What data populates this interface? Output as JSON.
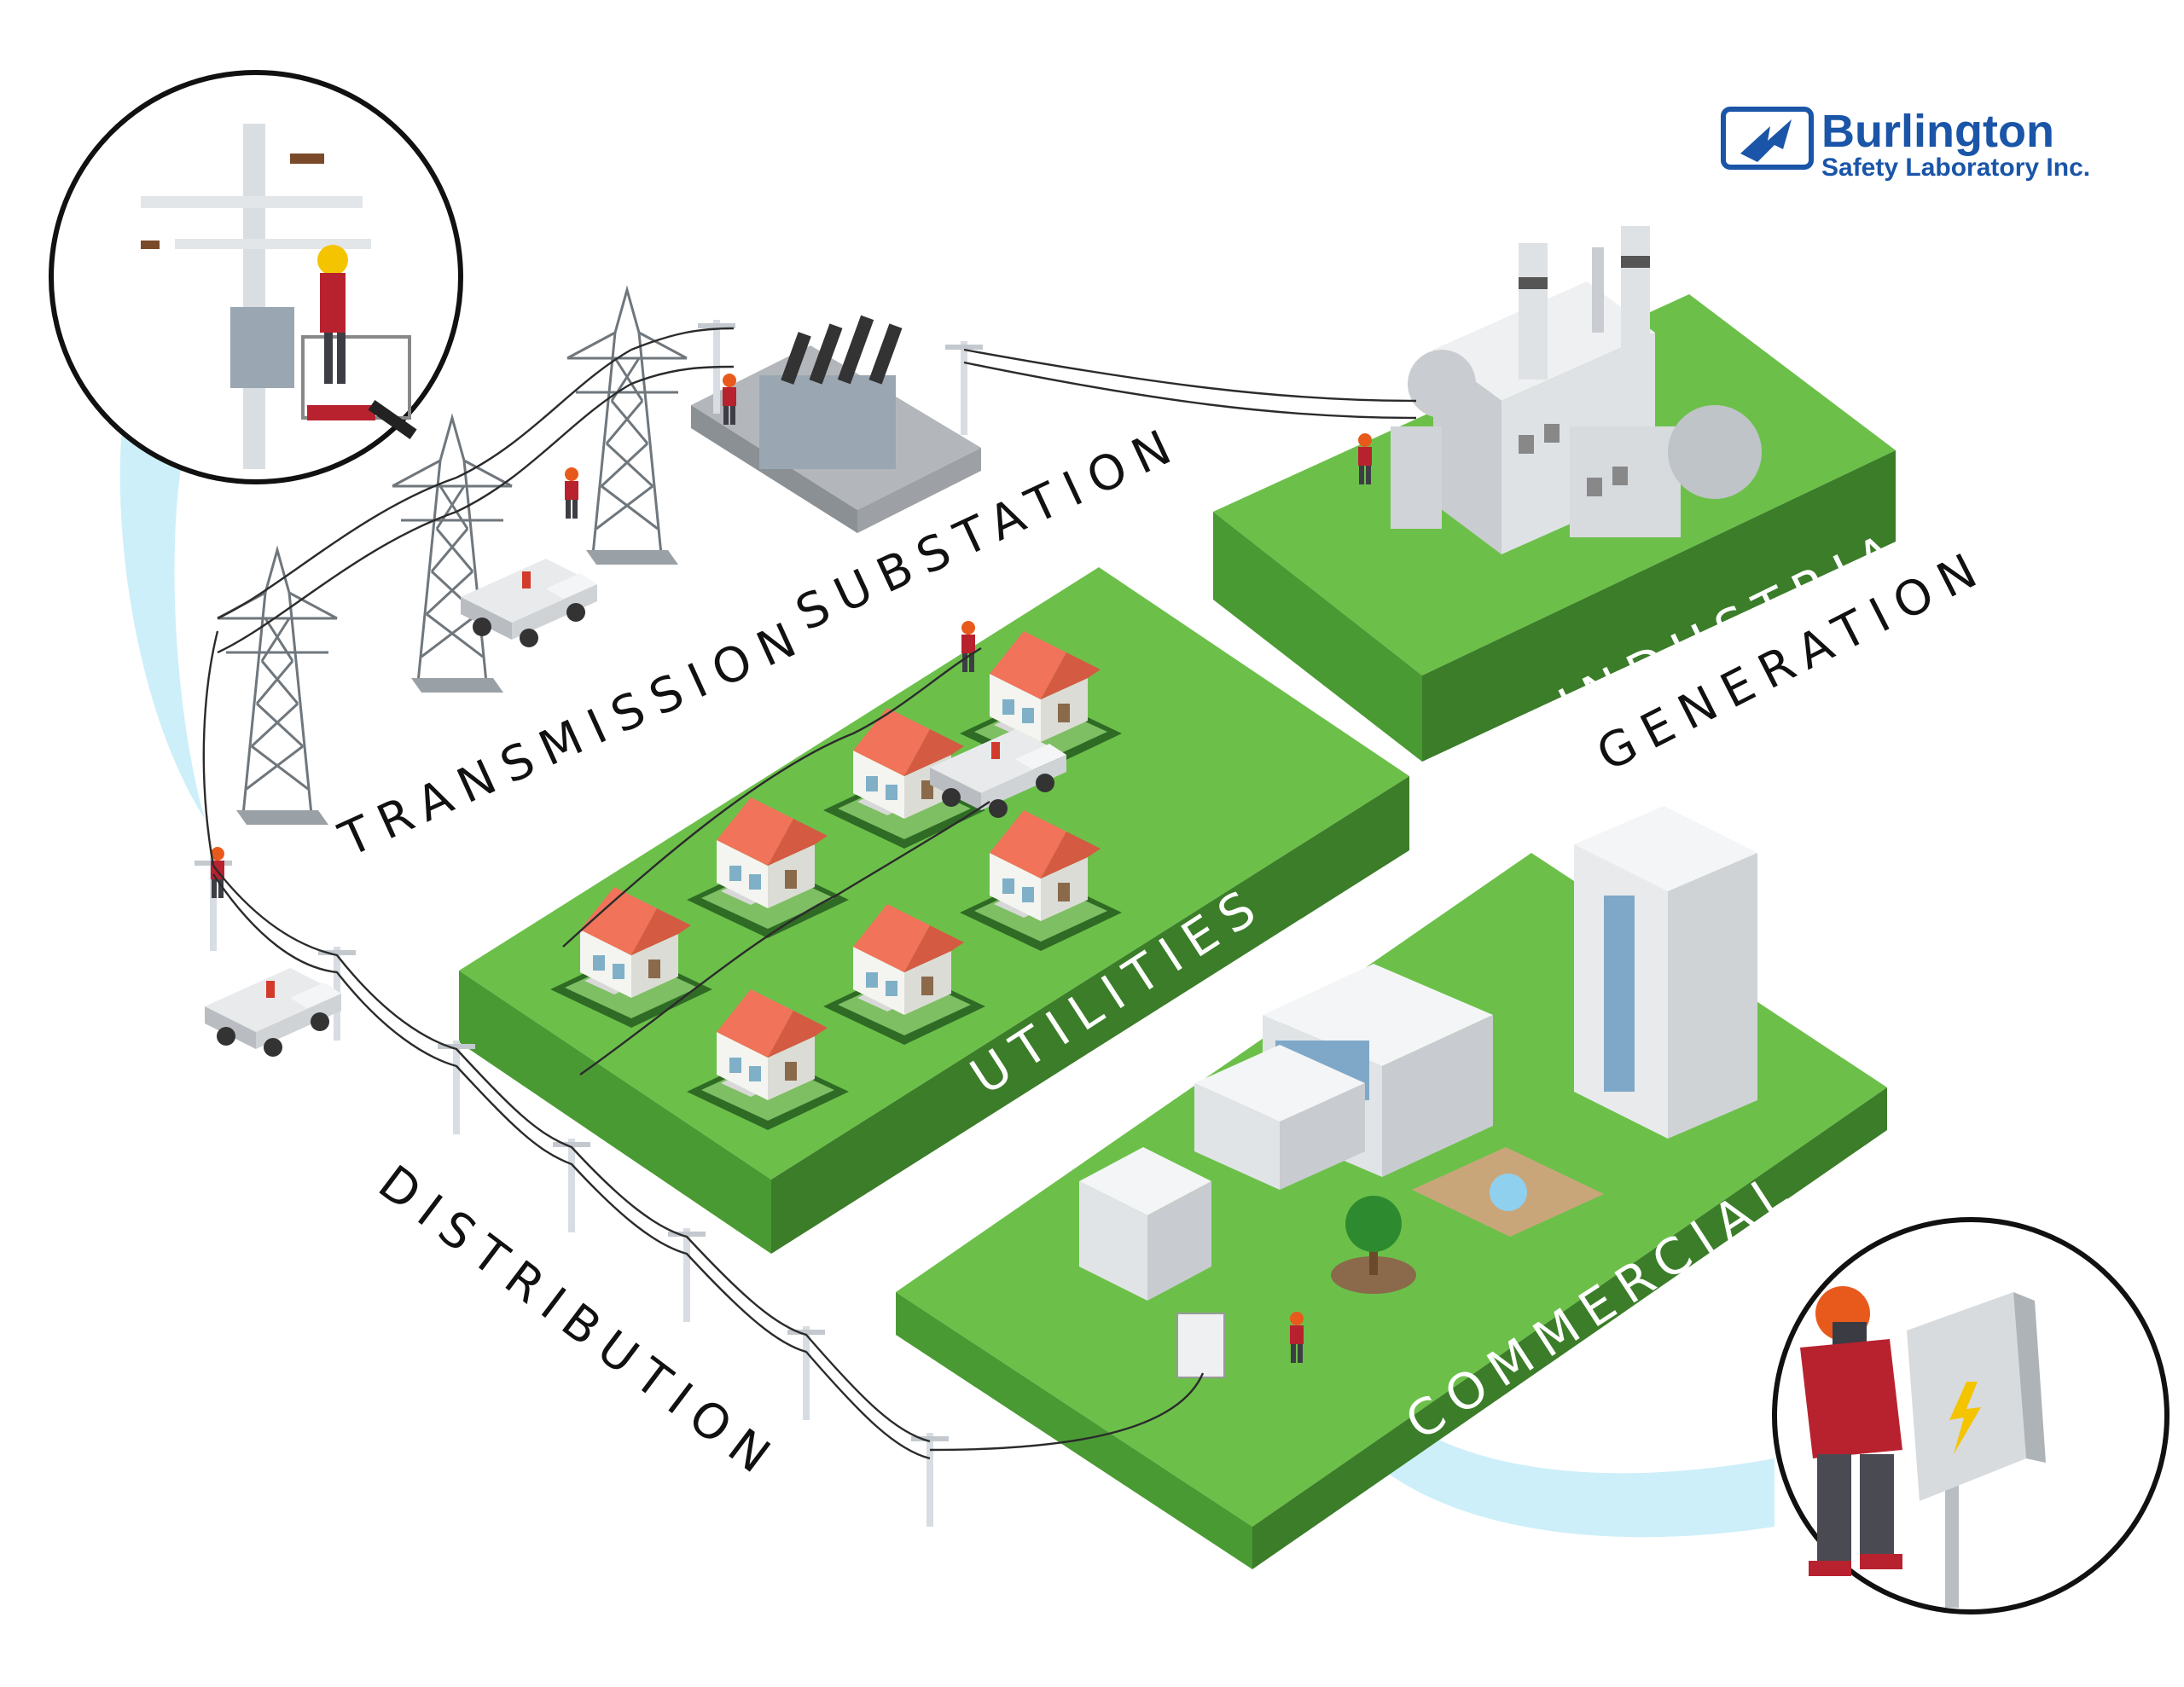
{
  "brand": {
    "name": "Burlington",
    "subtitle": "Safety Laboratory Inc.",
    "color": "#1a55a8"
  },
  "labels": {
    "transmission": "TRANSMISSION",
    "substation": "SUBSTATION",
    "distribution": "DISTRIBUTION",
    "utilities": "UTILITIES",
    "industrial": "INDUSTRIAL",
    "generation": "GENERATION",
    "commercial": "COMMERCIAL"
  },
  "colors": {
    "platform_top": "#6cc04a",
    "platform_side": "#4a9a33",
    "platform_front": "#3b7d28",
    "roof": "#f0735a",
    "glow": "#cdeffa",
    "worker_shirt": "#b8222f",
    "helmet": "#e85a1c",
    "bolt": "#f5c400"
  },
  "icons": [
    "utility-pole-icon",
    "transmission-tower-icon",
    "bucket-truck-icon",
    "transformer-icon",
    "factory-icon",
    "house-icon",
    "office-building-icon",
    "electric-meter-icon",
    "lineman-icon",
    "electrical-panel-icon",
    "lightning-bolt-icon",
    "tree-icon",
    "fountain-icon"
  ]
}
